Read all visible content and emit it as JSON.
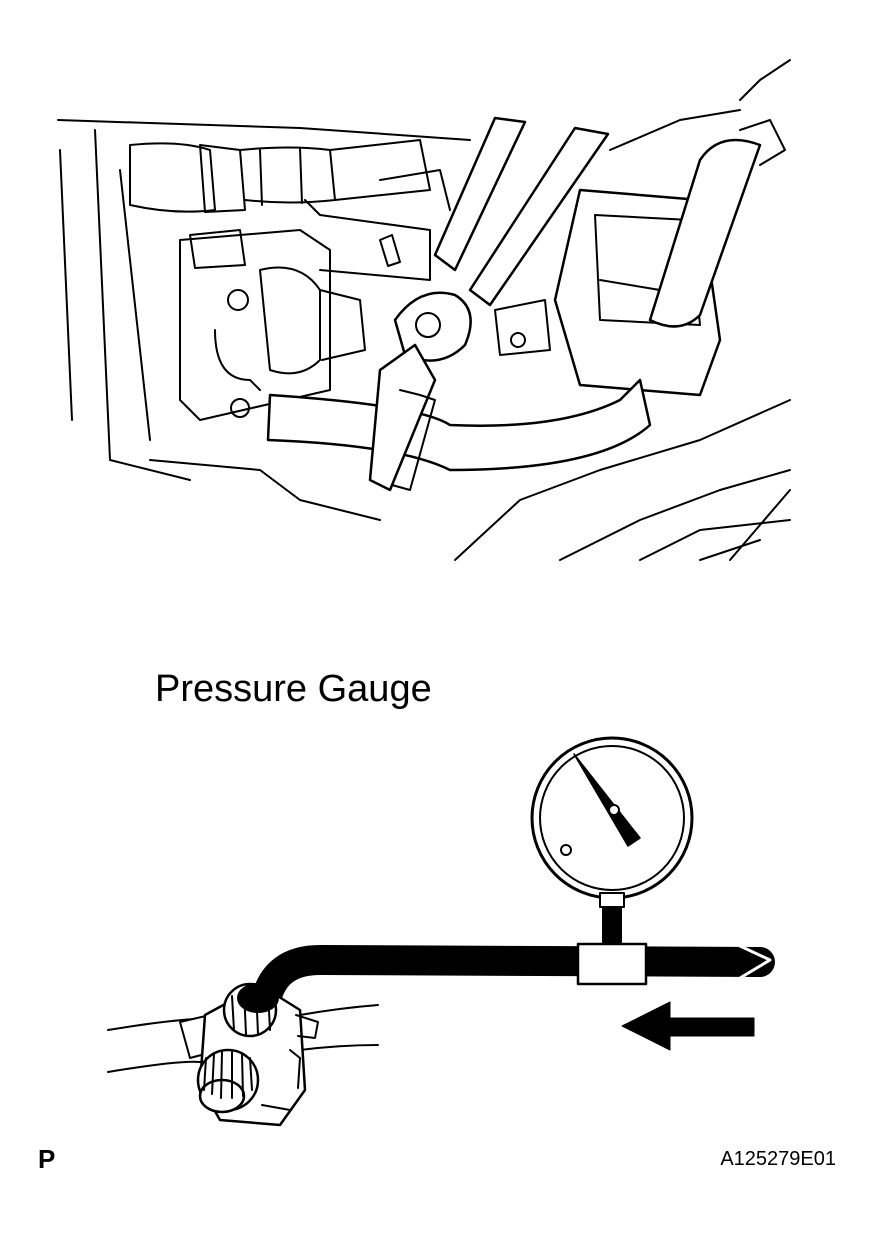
{
  "labels": {
    "pressure_gauge": "Pressure Gauge",
    "corner_code": "P",
    "figure_id": "A125279E01"
  },
  "colors": {
    "line": "#000000",
    "background": "#ffffff"
  }
}
